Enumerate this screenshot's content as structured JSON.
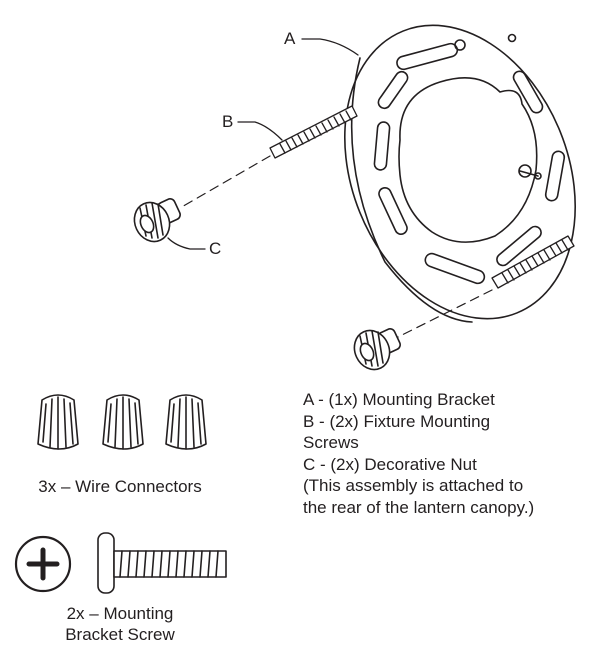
{
  "callouts": {
    "a": "A",
    "b": "B",
    "c": "C"
  },
  "legend": [
    "A - (1x) Mounting Bracket",
    "B - (2x) Fixture Mounting",
    "Screws",
    "C - (2x) Decorative Nut",
    "(This assembly is attached to",
    "the rear of the lantern canopy.)"
  ],
  "parts": {
    "wire_connectors": {
      "caption": "3x – Wire Connectors"
    },
    "bracket_screw": {
      "caption_line1": "2x – Mounting",
      "caption_line2": "Bracket Screw"
    }
  }
}
